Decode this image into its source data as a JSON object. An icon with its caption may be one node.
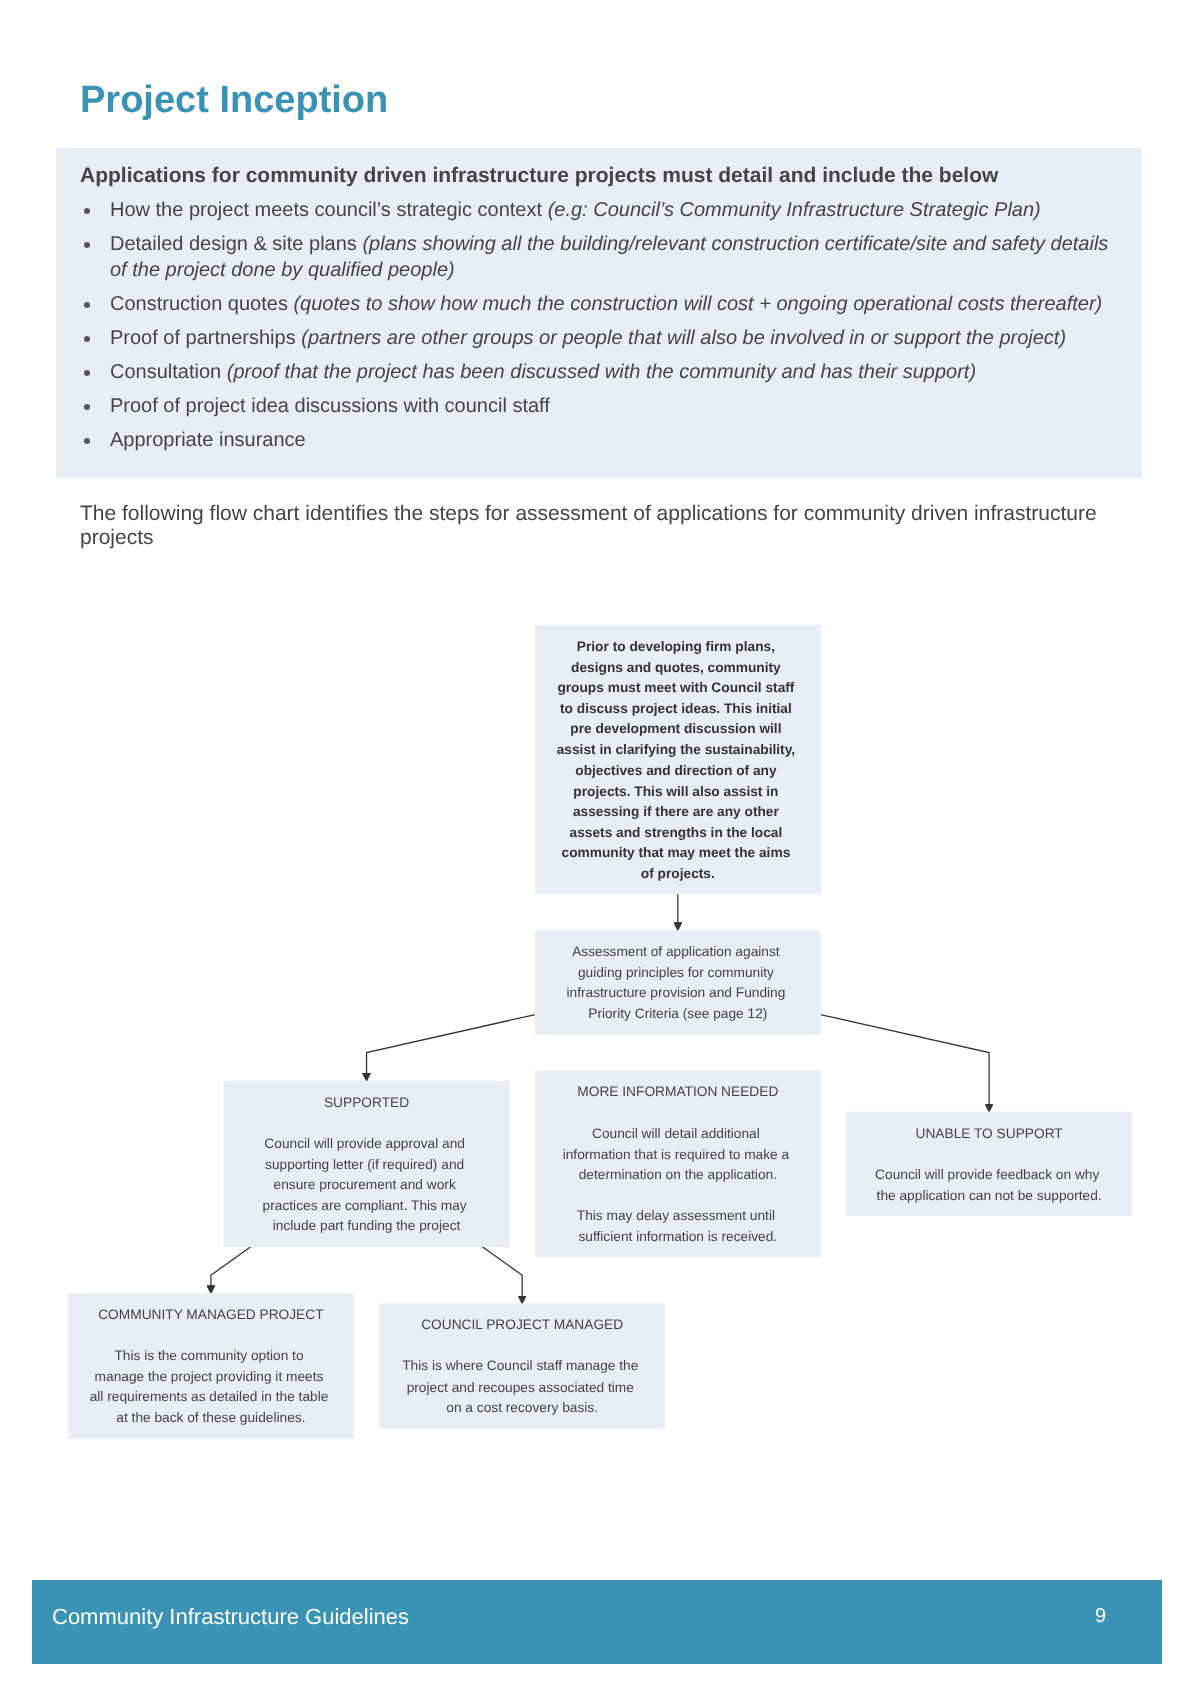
{
  "diagram": {
    "title": "Project Inception",
    "nodes": [
      {
        "text": [
          "Prior to developing firm plans, designs and quotes, community groups must meet with Council staff to discuss project ideas. This initial pre development discussion will assist in clarifying the sustainability, objectives and direction of any projects. This will also assist in assessing if there are any other assets and strengths in the local community that may meet the aims of projects."
        ]
      },
      {
        "text": [
          "Assessment of application against guiding principles for community infrastructure provision and Funding Priority Criteria (see page 12)"
        ]
      },
      {
        "text": [
          "SUPPORTED",
          "Council will provide approval and supporting letter (if required) and ensure procurement and work practices are compliant. This may include part funding the project"
        ]
      },
      {
        "text": [
          "MORE INFORMATION NEEDED",
          "Council will detail additional information that is required to make a determination on the application.",
          "This may delay assessment until sufficient information is received."
        ]
      },
      {
        "text": [
          "UNABLE TO SUPPORT",
          "Council will provide feedback on why the application can not be supported."
        ]
      },
      {
        "text": [
          "COMMUNITY MANAGED PROJECT",
          "This is the community option to manage the project providing it meets all requirements as detailed in the table at the back of these guidelines."
        ]
      },
      {
        "text": [
          "COUNCIL PROJECT MANAGED",
          "This is where Council staff manage the project and recoupes associated time on a cost recovery basis."
        ]
      }
    ],
    "edges": [
      {
        "from": 0,
        "to": 1,
        "arrow": "to"
      },
      {
        "from": 1,
        "to": 2,
        "arrow": "to"
      },
      {
        "from": 1,
        "to": 4,
        "arrow": "to"
      },
      {
        "from": 2,
        "to": 5,
        "arrow": "to"
      },
      {
        "from": 2,
        "to": 6,
        "arrow": "to"
      }
    ],
    "labels": [
      "Applications for community driven infrastructure projects must detail and include the below",
      "How the project meets council’s strategic context *(e.g: Council’s Community Infrastructure Strategic Plan)*",
      "Detailed design & site plans *(plans showing all the building/relevant construction certificate/site and safety details of the project done by qualified people)*",
      "Construction quotes *(quotes to show how much the construction will cost + ongoing operational costs thereafter)*",
      "Proof of partnerships *(partners are other groups or people that will also be involved in or support the project)*",
      "Consultation *(proof that the project has been discussed with the community and has their support)*",
      "Proof of project idea discussions with council staff",
      "Appropriate insurance",
      "The following flow chart identifies the steps for assessment of applications for community driven infrastructure projects",
      "Community Infrastructure Guidelines",
      "9"
    ]
  }
}
